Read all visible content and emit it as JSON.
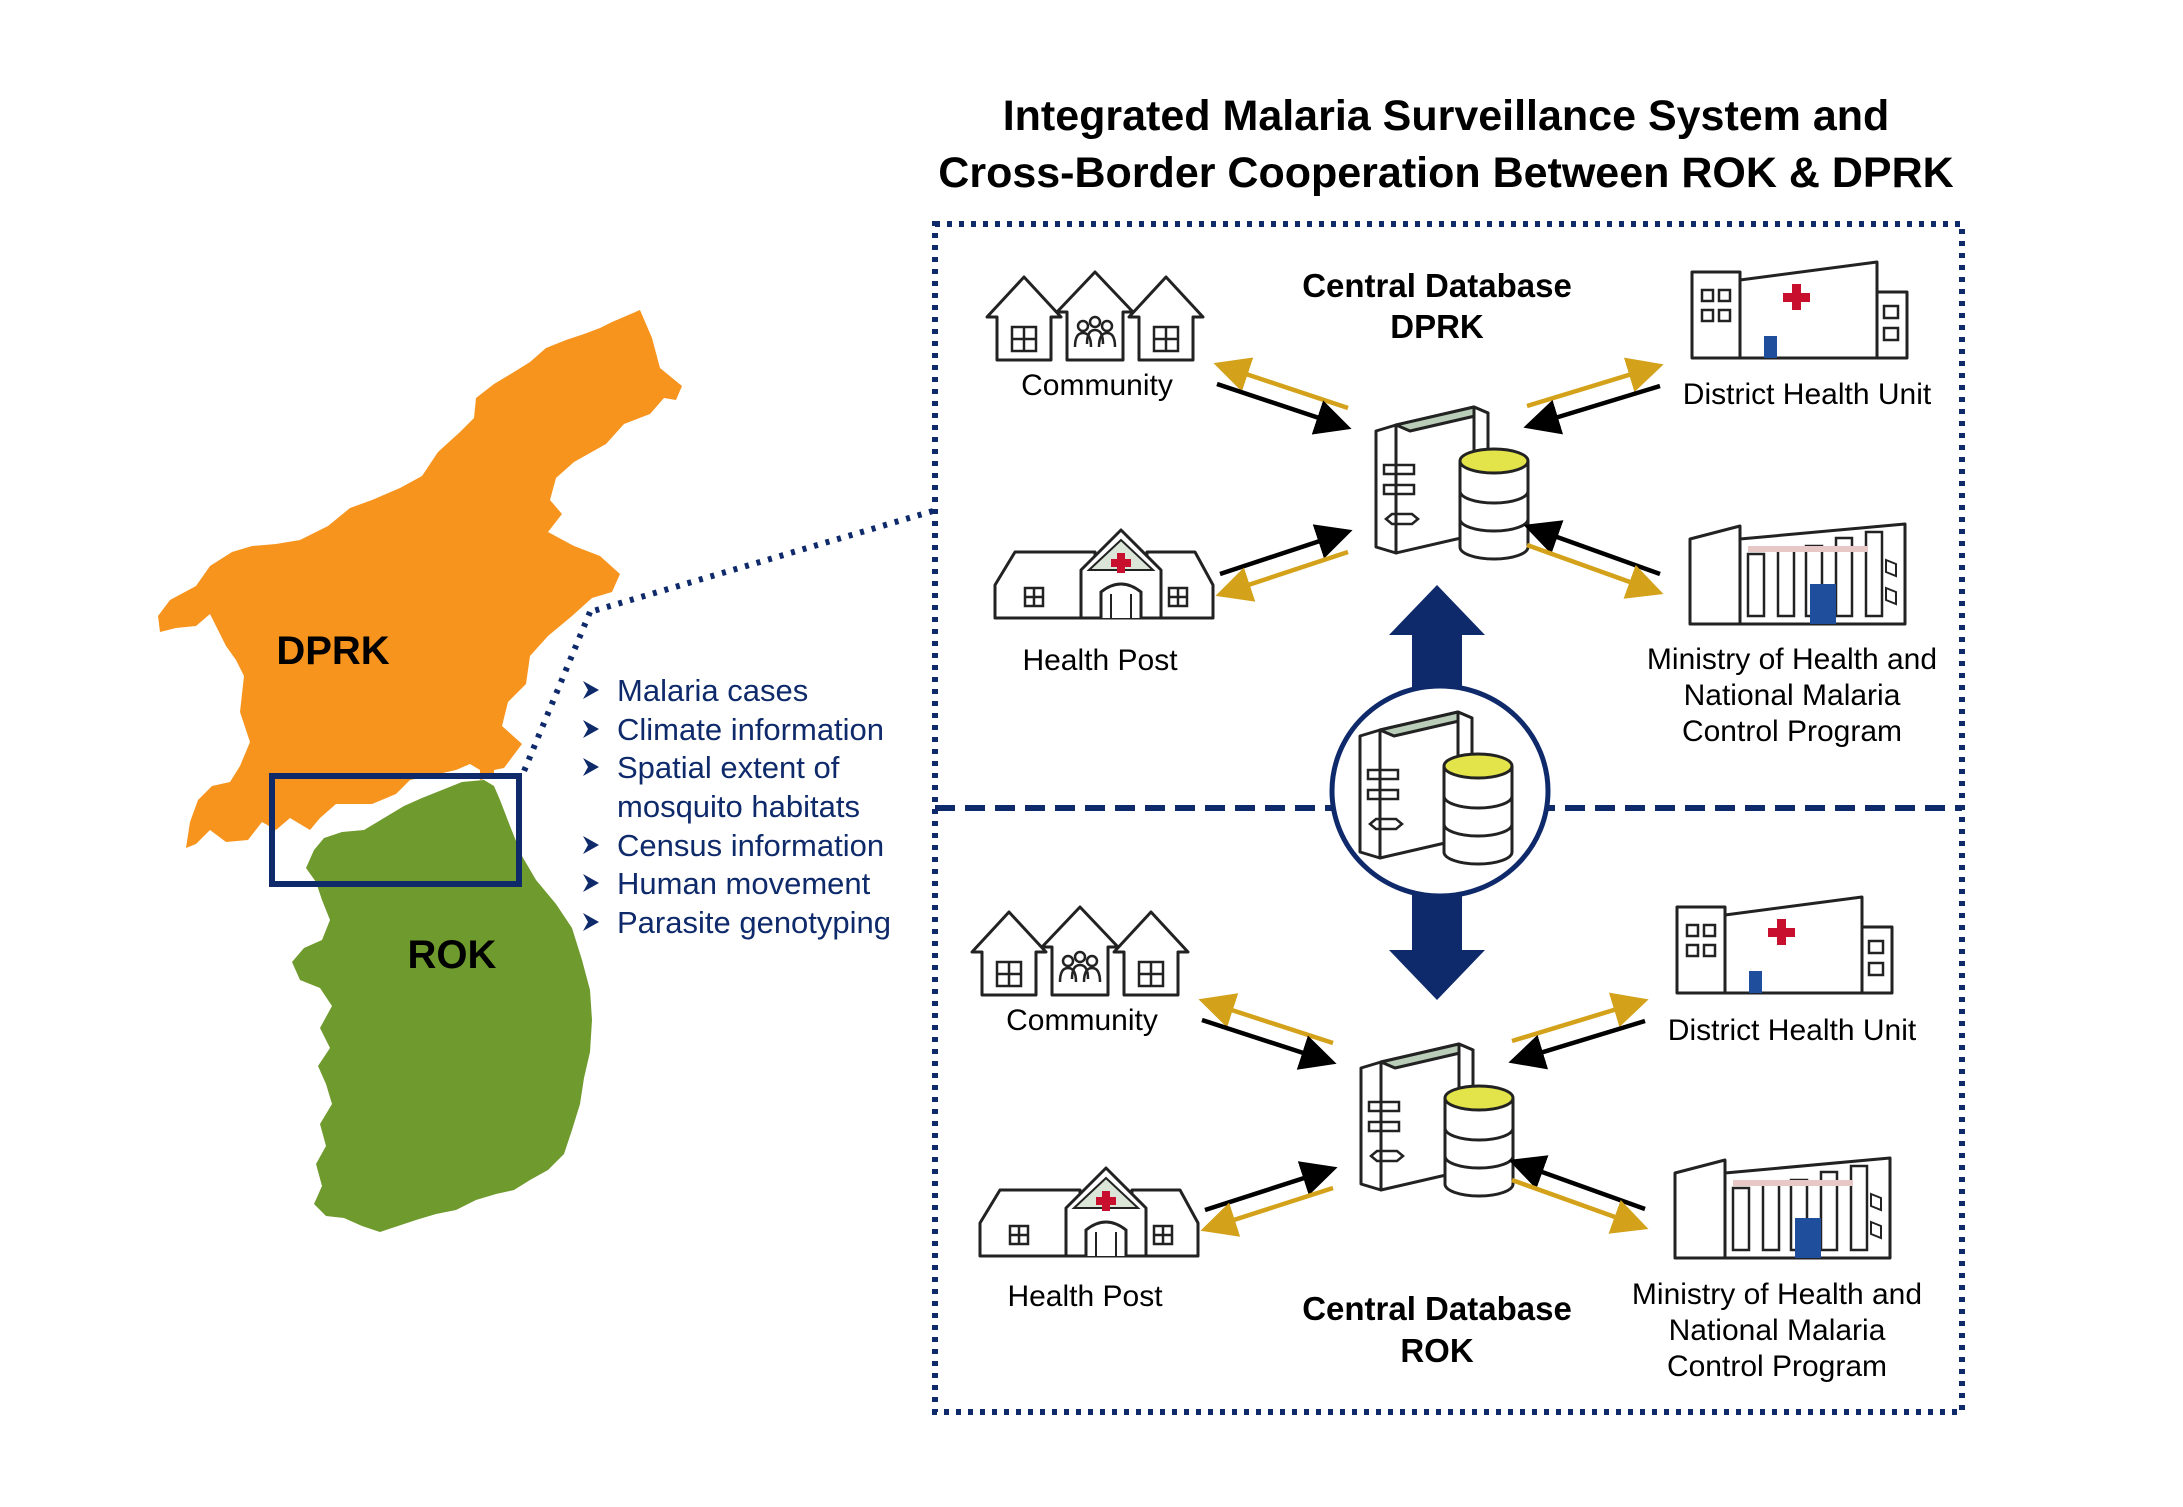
{
  "title": {
    "line1": "Integrated Malaria Surveillance System and",
    "line2": "Cross-Border Cooperation Between ROK & DPRK"
  },
  "map": {
    "north_label": "DPRK",
    "south_label": "ROK",
    "north_color": "#f7941e",
    "south_color": "#6f9a2e"
  },
  "data_types": [
    "Malaria cases",
    "Climate information",
    "Spatial extent of",
    "mosquito habitats",
    "Census information",
    "Human movement",
    "Parasite genotyping"
  ],
  "dprk": {
    "db_label_1": "Central Database",
    "db_label_2": "DPRK",
    "community": "Community",
    "health_post": "Health Post",
    "district": "District Health Unit",
    "ministry_1": "Ministry of Health and",
    "ministry_2": "National Malaria",
    "ministry_3": "Control Program"
  },
  "rok": {
    "db_label_1": "Central Database",
    "db_label_2": "ROK",
    "community": "Community",
    "health_post": "Health Post",
    "district": "District Health Unit",
    "ministry_1": "Ministry of Health and",
    "ministry_2": "National Malaria",
    "ministry_3": "Control Program"
  },
  "colors": {
    "navy": "#0f2a6b",
    "gold": "#d4a21a",
    "cross": "#c8102e",
    "door": "#1f4e9c",
    "screen": "#b9cdb8",
    "disk_top": "#e3e34a"
  },
  "icons": {
    "community": "houses-icon",
    "health_post": "clinic-icon",
    "district": "hospital-icon",
    "ministry": "government-building-icon",
    "database": "server-database-icon"
  }
}
